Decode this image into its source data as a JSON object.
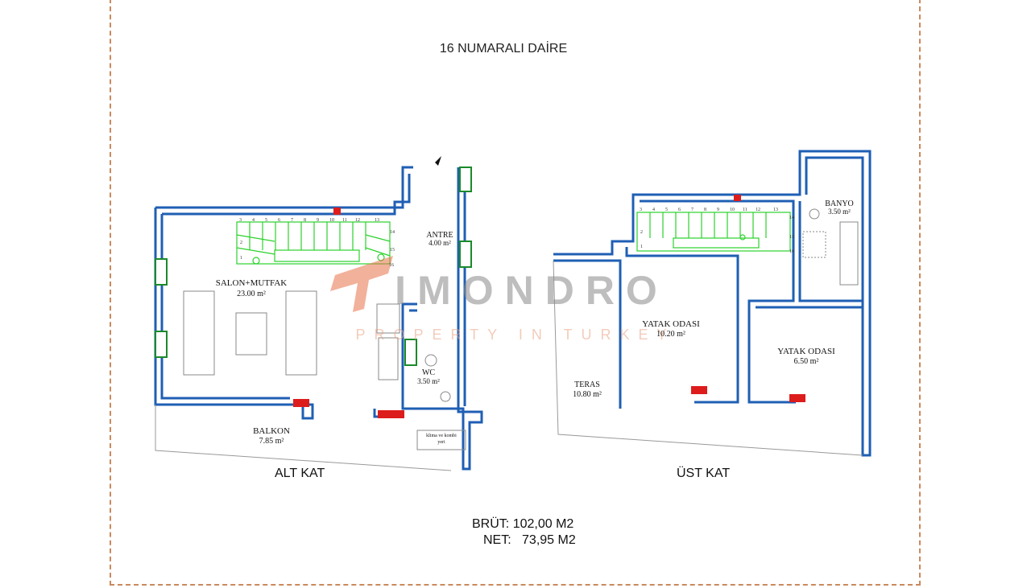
{
  "title": "16 NUMARALI DAİRE",
  "floors": [
    {
      "label": "ALT KAT",
      "rooms": [
        {
          "name": "ANTRE",
          "area": "4.00 m²"
        },
        {
          "name": "SALON+MUTFAK",
          "area": "23.00 m²"
        },
        {
          "name": "WC",
          "area": "3.50 m²"
        },
        {
          "name": "BALKON",
          "area": "7.85 m²"
        }
      ],
      "notes": [
        "klima ve kombi",
        "yeri"
      ],
      "stair_numbers": [
        "1",
        "2",
        "3",
        "4",
        "5",
        "6",
        "7",
        "8",
        "9",
        "10",
        "11",
        "12",
        "13",
        "14",
        "15",
        "16"
      ]
    },
    {
      "label": "ÜST KAT",
      "rooms": [
        {
          "name": "BANYO",
          "area": "3.50 m²"
        },
        {
          "name": "YATAK ODASI",
          "area": "10.20 m²"
        },
        {
          "name": "YATAK ODASI",
          "area": "6.50 m²"
        },
        {
          "name": "TERAS",
          "area": "10.80 m²"
        }
      ],
      "stair_numbers": [
        "1",
        "2",
        "3",
        "4",
        "5",
        "6",
        "7",
        "8",
        "9",
        "10",
        "11",
        "12",
        "13",
        "14",
        "15",
        "16"
      ]
    }
  ],
  "watermark": {
    "brand": "IMONDRO",
    "tagline": "PROPERTY IN TURKEY"
  },
  "area_summary": {
    "brut_label": "BRÜT:",
    "brut_value": "102,00 M2",
    "net_label": "NET:",
    "net_value": "73,95 M2"
  },
  "colors": {
    "wall": "#1f5fb4",
    "stair": "#2bd22b",
    "vent": "#dd1c1c",
    "accent": "#e8734a"
  }
}
